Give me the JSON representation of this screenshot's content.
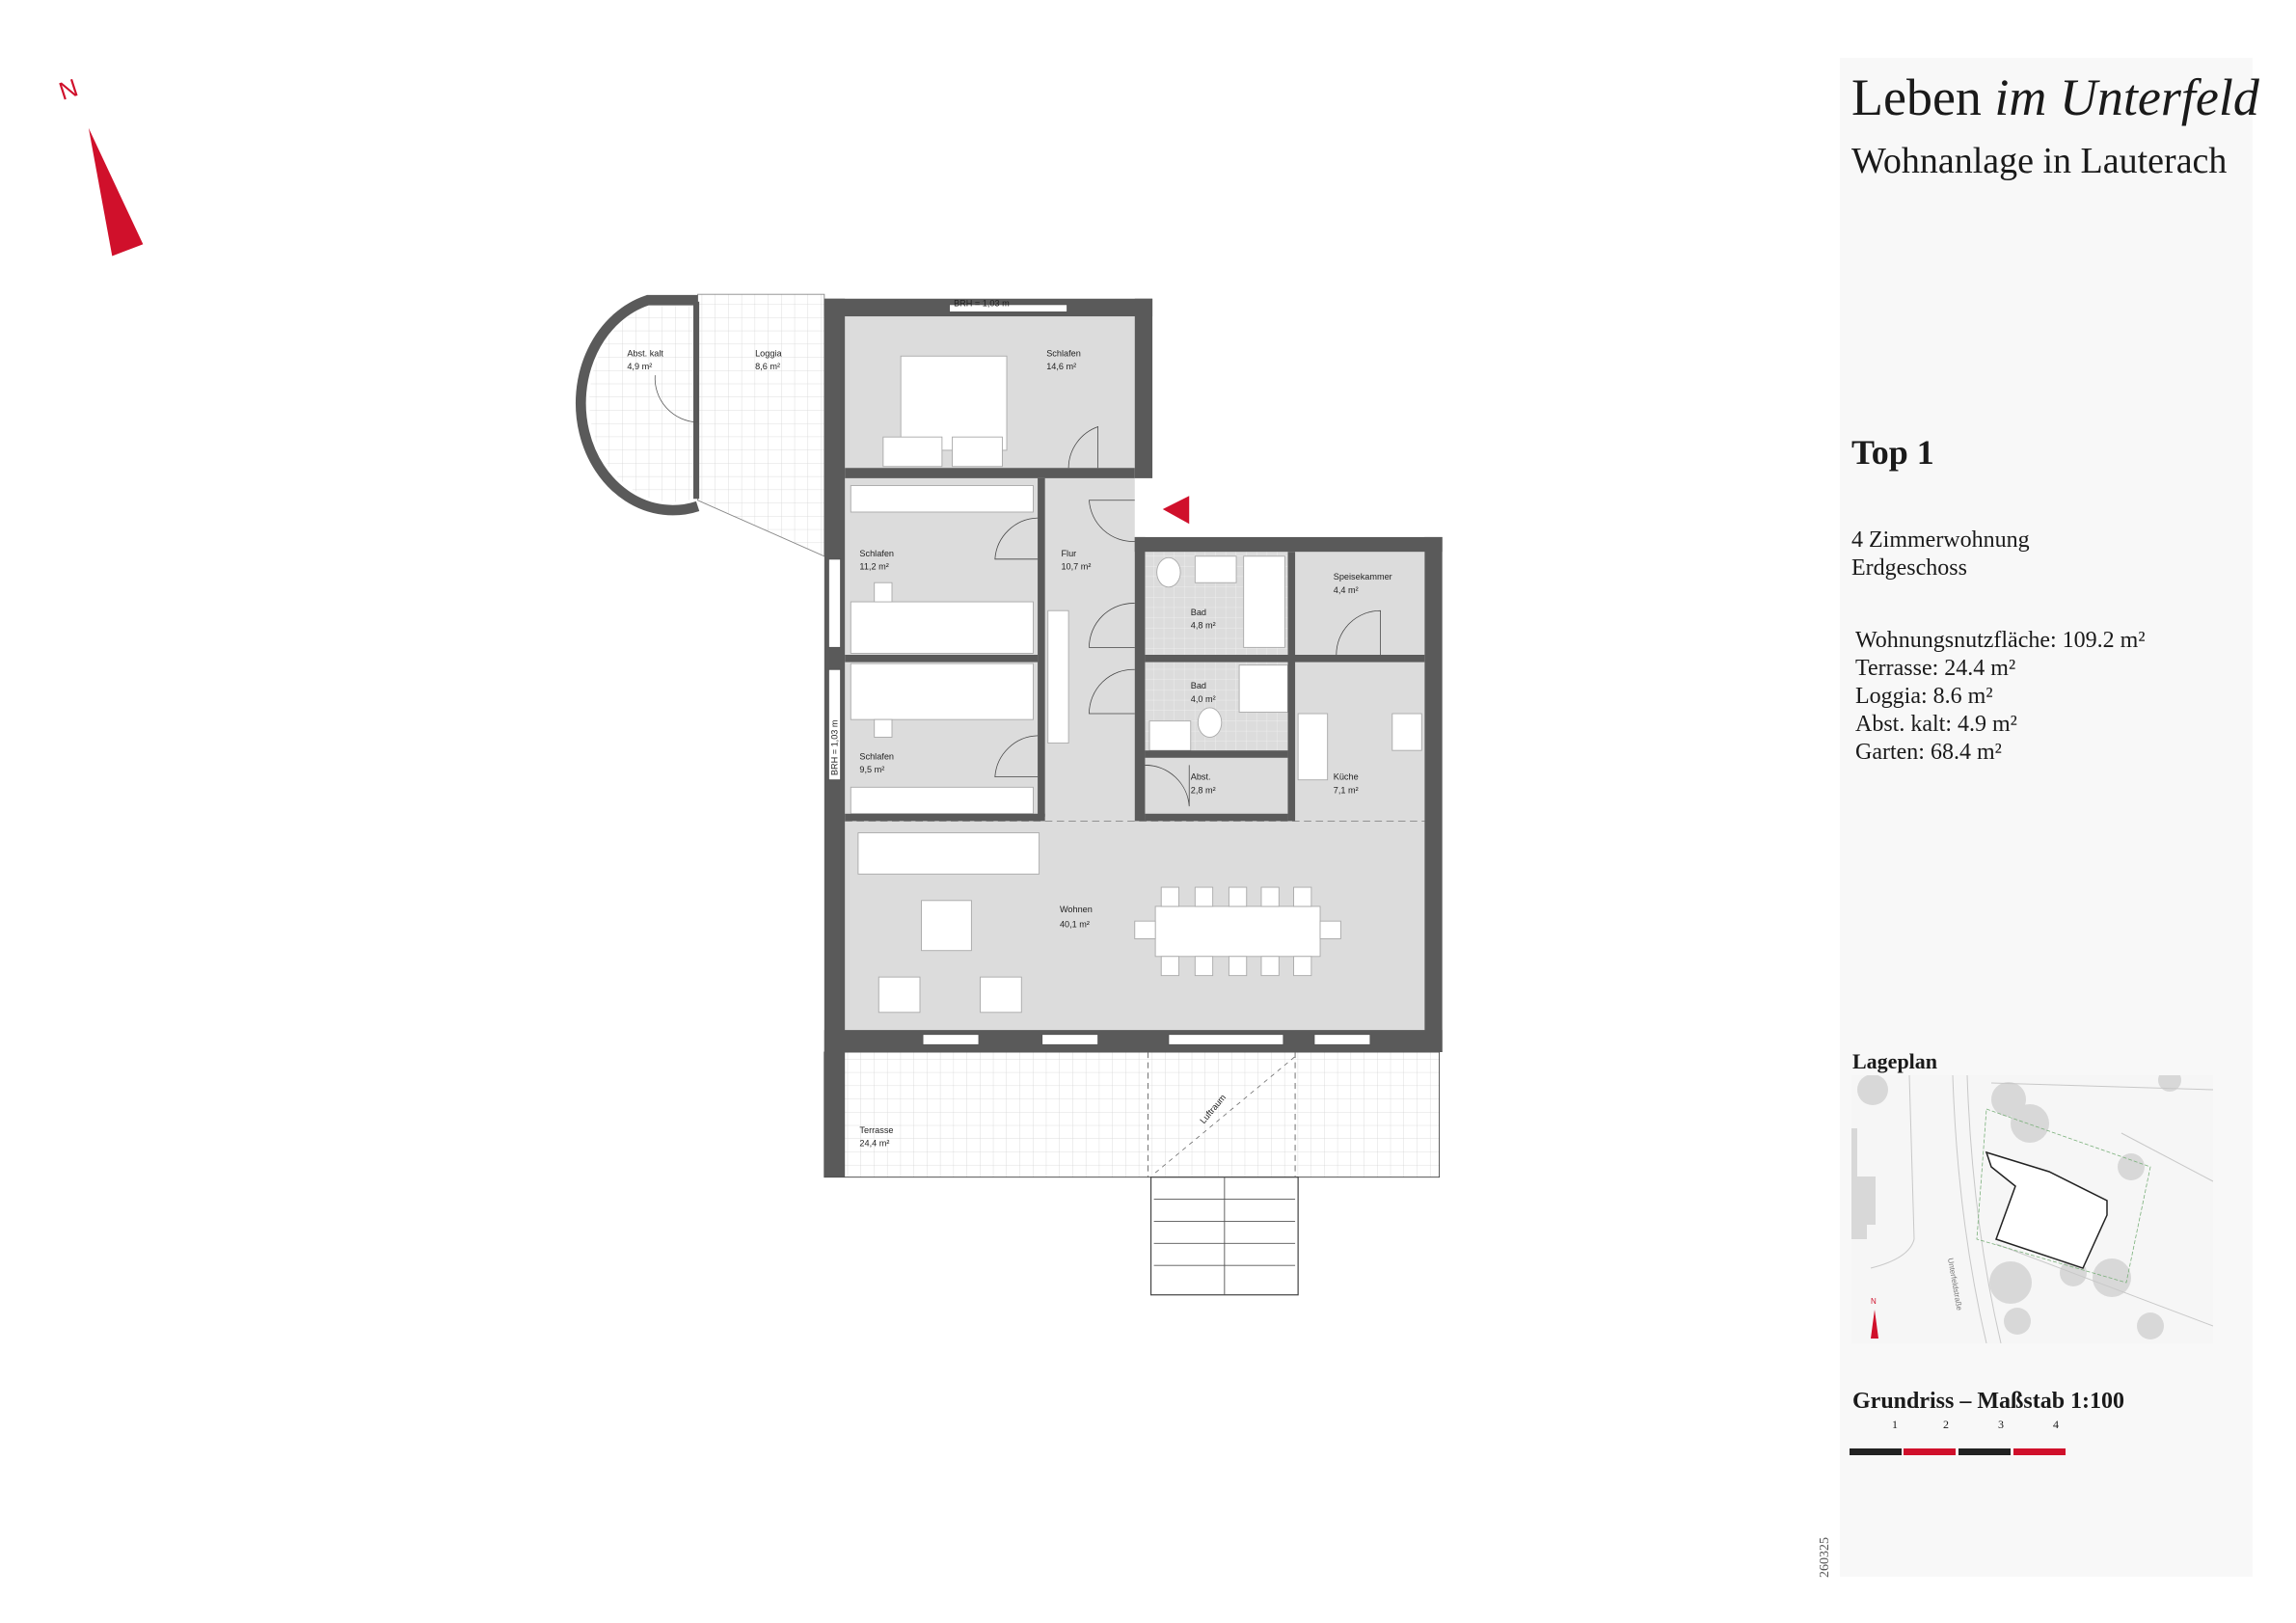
{
  "header": {
    "title_regular": "Leben",
    "title_italic": "im Unterfeld",
    "subtitle": "Wohnanlage in Lauterach"
  },
  "unit": {
    "name": "Top 1",
    "type": "4 Zimmerwohnung",
    "floor": "Erdgeschoss"
  },
  "areas": [
    "Wohnungsnutzfläche: 109.2 m²",
    "Terrasse: 24.4 m²",
    "Loggia: 8.6 m²",
    "Abst. kalt: 4.9 m²",
    "Garten: 68.4 m²"
  ],
  "site_plan": {
    "heading": "Lageplan",
    "street": "Unterfeldstraße",
    "north": "N"
  },
  "scale": {
    "heading": "Grundriss – Maßstab 1:100",
    "ticks": [
      "1",
      "2",
      "3",
      "4"
    ]
  },
  "date_code": "260325",
  "north_label": "N",
  "plan": {
    "brh_top": "BRH = 1,03 m",
    "brh_side": "BRH = 1,03 m",
    "airspace": "Luftraum",
    "rooms": [
      {
        "name": "Abst. kalt",
        "area": "4,9 m²"
      },
      {
        "name": "Loggia",
        "area": "8,6 m²"
      },
      {
        "name": "Schlafen",
        "area": "14,6 m²"
      },
      {
        "name": "Schlafen",
        "area": "11,2 m²"
      },
      {
        "name": "Flur",
        "area": "10,7 m²"
      },
      {
        "name": "Bad",
        "area": "4,8 m²"
      },
      {
        "name": "Speisekammer",
        "area": "4,4 m²"
      },
      {
        "name": "Bad",
        "area": "4,0 m²"
      },
      {
        "name": "Schlafen",
        "area": "9,5 m²"
      },
      {
        "name": "Abst.",
        "area": "2,8 m²"
      },
      {
        "name": "Küche",
        "area": "7,1 m²"
      },
      {
        "name": "Wohnen",
        "area": "40,1 m²"
      },
      {
        "name": "Terrasse",
        "area": "24,4 m²"
      }
    ]
  },
  "colors": {
    "accent": "#d0102b",
    "wall": "#5a5a5a",
    "floor": "#dcdcdc",
    "panel": "#f8f8f8"
  }
}
